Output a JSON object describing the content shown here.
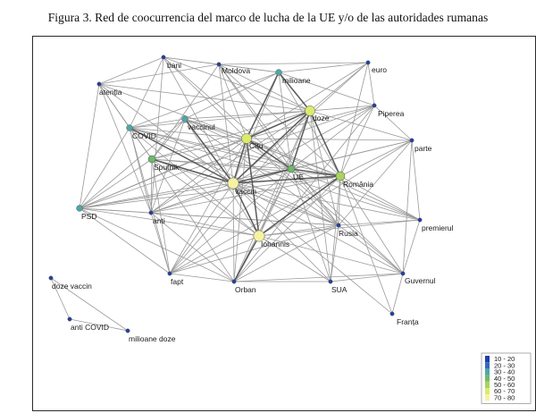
{
  "caption": "Figura 3. Red de coocurrencia del marco de lucha de la UE y/o de las autoridades rumanas",
  "chart_data": {
    "type": "network",
    "nodes": [
      {
        "id": "bani",
        "label": "bani",
        "group": "10 - 20"
      },
      {
        "id": "Moldova",
        "label": "Moldova",
        "group": "10 - 20"
      },
      {
        "id": "milioane",
        "label": "milioane",
        "group": "30 - 40"
      },
      {
        "id": "euro",
        "label": "euro",
        "group": "10 - 20"
      },
      {
        "id": "atentia",
        "label": "atenția",
        "group": "10 - 20"
      },
      {
        "id": "Piperea",
        "label": "Piperea",
        "group": "10 - 20"
      },
      {
        "id": "doze",
        "label": "doze",
        "group": "60 - 70"
      },
      {
        "id": "vaccinul",
        "label": "vaccinul",
        "group": "30 - 40"
      },
      {
        "id": "COVID",
        "label": "COVID",
        "group": "30 - 40"
      },
      {
        "id": "Citu",
        "label": "Cîțu",
        "group": "60 - 70"
      },
      {
        "id": "parte",
        "label": "parte",
        "group": "10 - 20"
      },
      {
        "id": "Sputnik",
        "label": "Sputnik",
        "group": "40 - 50"
      },
      {
        "id": "UE",
        "label": "UE",
        "group": "40 - 50"
      },
      {
        "id": "Romania",
        "label": "România",
        "group": "50 - 60"
      },
      {
        "id": "vaccin",
        "label": "vaccin",
        "group": "70 - 80"
      },
      {
        "id": "PSD",
        "label": "PSD",
        "group": "30 - 40"
      },
      {
        "id": "anti",
        "label": "anti",
        "group": "10 - 20"
      },
      {
        "id": "premierul",
        "label": "premierul",
        "group": "10 - 20"
      },
      {
        "id": "Rusia",
        "label": "Rusia",
        "group": "10 - 20"
      },
      {
        "id": "Iohannis",
        "label": "Iohannis",
        "group": "70 - 80"
      },
      {
        "id": "fapt",
        "label": "fapt",
        "group": "10 - 20"
      },
      {
        "id": "Orban",
        "label": "Orban",
        "group": "10 - 20"
      },
      {
        "id": "SUA",
        "label": "SUA",
        "group": "10 - 20"
      },
      {
        "id": "Guvernul",
        "label": "Guvernul",
        "group": "10 - 20"
      },
      {
        "id": "Franta",
        "label": "Franța",
        "group": "10 - 20"
      },
      {
        "id": "doze_vaccin",
        "label": "doze vaccin",
        "group": "10 - 20"
      },
      {
        "id": "anti_COVID",
        "label": "anti COVID",
        "group": "10 - 20"
      },
      {
        "id": "milioane_doze",
        "label": "milioane doze",
        "group": "10 - 20"
      }
    ],
    "strong_edges": [
      [
        "milioane",
        "doze"
      ],
      [
        "milioane",
        "Citu"
      ],
      [
        "doze",
        "vaccin"
      ],
      [
        "doze",
        "Citu"
      ],
      [
        "doze",
        "Romania"
      ],
      [
        "vaccin",
        "Romania"
      ],
      [
        "vaccin",
        "UE"
      ],
      [
        "vaccin",
        "Iohannis"
      ],
      [
        "Citu",
        "vaccin"
      ],
      [
        "Citu",
        "Iohannis"
      ],
      [
        "Iohannis",
        "Romania"
      ],
      [
        "vaccin",
        "Sputnik"
      ],
      [
        "COVID",
        "vaccin"
      ],
      [
        "UE",
        "Romania"
      ],
      [
        "Citu",
        "UE"
      ],
      [
        "vaccinul",
        "vaccin"
      ],
      [
        "Iohannis",
        "Orban"
      ],
      [
        "doze",
        "UE"
      ]
    ],
    "edges": [
      [
        "bani",
        "Moldova"
      ],
      [
        "bani",
        "atentia"
      ],
      [
        "bani",
        "milioane"
      ],
      [
        "bani",
        "doze"
      ],
      [
        "bani",
        "vaccin"
      ],
      [
        "bani",
        "COVID"
      ],
      [
        "bani",
        "Citu"
      ],
      [
        "bani",
        "anti"
      ],
      [
        "bani",
        "UE"
      ],
      [
        "Moldova",
        "milioane"
      ],
      [
        "Moldova",
        "doze"
      ],
      [
        "Moldova",
        "Citu"
      ],
      [
        "Moldova",
        "vaccin"
      ],
      [
        "Moldova",
        "Romania"
      ],
      [
        "Moldova",
        "atentia"
      ],
      [
        "Moldova",
        "euro"
      ],
      [
        "Moldova",
        "UE"
      ],
      [
        "Moldova",
        "Rusia"
      ],
      [
        "Moldova",
        "Sputnik"
      ],
      [
        "milioane",
        "euro"
      ],
      [
        "milioane",
        "vaccinul"
      ],
      [
        "milioane",
        "vaccin"
      ],
      [
        "milioane",
        "Romania"
      ],
      [
        "milioane",
        "UE"
      ],
      [
        "milioane",
        "Piperea"
      ],
      [
        "milioane",
        "COVID"
      ],
      [
        "euro",
        "doze"
      ],
      [
        "euro",
        "Romania"
      ],
      [
        "euro",
        "vaccin"
      ],
      [
        "euro",
        "Citu"
      ],
      [
        "euro",
        "Piperea"
      ],
      [
        "atentia",
        "COVID"
      ],
      [
        "atentia",
        "vaccin"
      ],
      [
        "atentia",
        "Citu"
      ],
      [
        "atentia",
        "Sputnik"
      ],
      [
        "atentia",
        "anti"
      ],
      [
        "atentia",
        "PSD"
      ],
      [
        "atentia",
        "doze"
      ],
      [
        "Piperea",
        "doze"
      ],
      [
        "Piperea",
        "vaccin"
      ],
      [
        "Piperea",
        "Romania"
      ],
      [
        "Piperea",
        "Citu"
      ],
      [
        "Piperea",
        "UE"
      ],
      [
        "Piperea",
        "PSD"
      ],
      [
        "Piperea",
        "Orban"
      ],
      [
        "Piperea",
        "parte"
      ],
      [
        "doze",
        "vaccinul"
      ],
      [
        "doze",
        "COVID"
      ],
      [
        "doze",
        "Sputnik"
      ],
      [
        "doze",
        "Iohannis"
      ],
      [
        "doze",
        "parte"
      ],
      [
        "doze",
        "anti"
      ],
      [
        "doze",
        "Rusia"
      ],
      [
        "doze",
        "fapt"
      ],
      [
        "doze",
        "Orban"
      ],
      [
        "doze",
        "PSD"
      ],
      [
        "doze",
        "SUA"
      ],
      [
        "vaccinul",
        "COVID"
      ],
      [
        "vaccinul",
        "Citu"
      ],
      [
        "vaccinul",
        "Sputnik"
      ],
      [
        "vaccinul",
        "UE"
      ],
      [
        "vaccinul",
        "Romania"
      ],
      [
        "vaccinul",
        "Iohannis"
      ],
      [
        "vaccinul",
        "PSD"
      ],
      [
        "vaccinul",
        "anti"
      ],
      [
        "vaccinul",
        "Rusia"
      ],
      [
        "COVID",
        "Sputnik"
      ],
      [
        "COVID",
        "Citu"
      ],
      [
        "COVID",
        "UE"
      ],
      [
        "COVID",
        "Romania"
      ],
      [
        "COVID",
        "Iohannis"
      ],
      [
        "COVID",
        "PSD"
      ],
      [
        "COVID",
        "anti"
      ],
      [
        "COVID",
        "fapt"
      ],
      [
        "COVID",
        "Rusia"
      ],
      [
        "COVID",
        "premierul"
      ],
      [
        "Citu",
        "Sputnik"
      ],
      [
        "Citu",
        "Romania"
      ],
      [
        "Citu",
        "PSD"
      ],
      [
        "Citu",
        "anti"
      ],
      [
        "Citu",
        "Rusia"
      ],
      [
        "Citu",
        "fapt"
      ],
      [
        "Citu",
        "Orban"
      ],
      [
        "Citu",
        "parte"
      ],
      [
        "Citu",
        "Guvernul"
      ],
      [
        "Citu",
        "premierul"
      ],
      [
        "parte",
        "Romania"
      ],
      [
        "parte",
        "UE"
      ],
      [
        "parte",
        "vaccin"
      ],
      [
        "parte",
        "Rusia"
      ],
      [
        "parte",
        "premierul"
      ],
      [
        "parte",
        "Guvernul"
      ],
      [
        "parte",
        "Iohannis"
      ],
      [
        "Sputnik",
        "UE"
      ],
      [
        "Sputnik",
        "Romania"
      ],
      [
        "Sputnik",
        "PSD"
      ],
      [
        "Sputnik",
        "anti"
      ],
      [
        "Sputnik",
        "Iohannis"
      ],
      [
        "Sputnik",
        "Rusia"
      ],
      [
        "Sputnik",
        "fapt"
      ],
      [
        "Sputnik",
        "Orban"
      ],
      [
        "UE",
        "Iohannis"
      ],
      [
        "UE",
        "Rusia"
      ],
      [
        "UE",
        "anti"
      ],
      [
        "UE",
        "PSD"
      ],
      [
        "UE",
        "premierul"
      ],
      [
        "UE",
        "SUA"
      ],
      [
        "UE",
        "Guvernul"
      ],
      [
        "UE",
        "fapt"
      ],
      [
        "UE",
        "Orban"
      ],
      [
        "Romania",
        "Rusia"
      ],
      [
        "Romania",
        "premierul"
      ],
      [
        "Romania",
        "Guvernul"
      ],
      [
        "Romania",
        "SUA"
      ],
      [
        "Romania",
        "Franta"
      ],
      [
        "Romania",
        "PSD"
      ],
      [
        "Romania",
        "anti"
      ],
      [
        "Romania",
        "fapt"
      ],
      [
        "Romania",
        "Orban"
      ],
      [
        "vaccin",
        "PSD"
      ],
      [
        "vaccin",
        "anti"
      ],
      [
        "vaccin",
        "Rusia"
      ],
      [
        "vaccin",
        "fapt"
      ],
      [
        "vaccin",
        "Orban"
      ],
      [
        "vaccin",
        "SUA"
      ],
      [
        "vaccin",
        "Guvernul"
      ],
      [
        "vaccin",
        "premierul"
      ],
      [
        "vaccin",
        "Franta"
      ],
      [
        "PSD",
        "anti"
      ],
      [
        "PSD",
        "Iohannis"
      ],
      [
        "PSD",
        "fapt"
      ],
      [
        "PSD",
        "Orban"
      ],
      [
        "PSD",
        "Rusia"
      ],
      [
        "anti",
        "Iohannis"
      ],
      [
        "anti",
        "fapt"
      ],
      [
        "anti",
        "Orban"
      ],
      [
        "anti",
        "Rusia"
      ],
      [
        "Rusia",
        "Iohannis"
      ],
      [
        "Rusia",
        "SUA"
      ],
      [
        "Rusia",
        "Orban"
      ],
      [
        "Rusia",
        "Guvernul"
      ],
      [
        "Rusia",
        "premierul"
      ],
      [
        "Rusia",
        "fapt"
      ],
      [
        "Iohannis",
        "fapt"
      ],
      [
        "Iohannis",
        "SUA"
      ],
      [
        "Iohannis",
        "Guvernul"
      ],
      [
        "Iohannis",
        "premierul"
      ],
      [
        "fapt",
        "Orban"
      ],
      [
        "Orban",
        "SUA"
      ],
      [
        "Orban",
        "Guvernul"
      ],
      [
        "SUA",
        "Guvernul"
      ],
      [
        "Guvernul",
        "Franta"
      ],
      [
        "Guvernul",
        "premierul"
      ],
      [
        "doze_vaccin",
        "anti_COVID"
      ],
      [
        "doze_vaccin",
        "milioane_doze"
      ],
      [
        "anti_COVID",
        "milioane_doze"
      ]
    ],
    "legend": {
      "placement": "bottom-right",
      "items": [
        {
          "label": "10 - 20",
          "color": "#1f3fa8"
        },
        {
          "label": "20 - 30",
          "color": "#3568c0"
        },
        {
          "label": "30 - 40",
          "color": "#4ba8a6"
        },
        {
          "label": "40 - 50",
          "color": "#6cba68"
        },
        {
          "label": "50 - 60",
          "color": "#a7d45d"
        },
        {
          "label": "60 - 70",
          "color": "#dcea6c"
        },
        {
          "label": "70 - 80",
          "color": "#f6f2a2"
        }
      ]
    }
  }
}
